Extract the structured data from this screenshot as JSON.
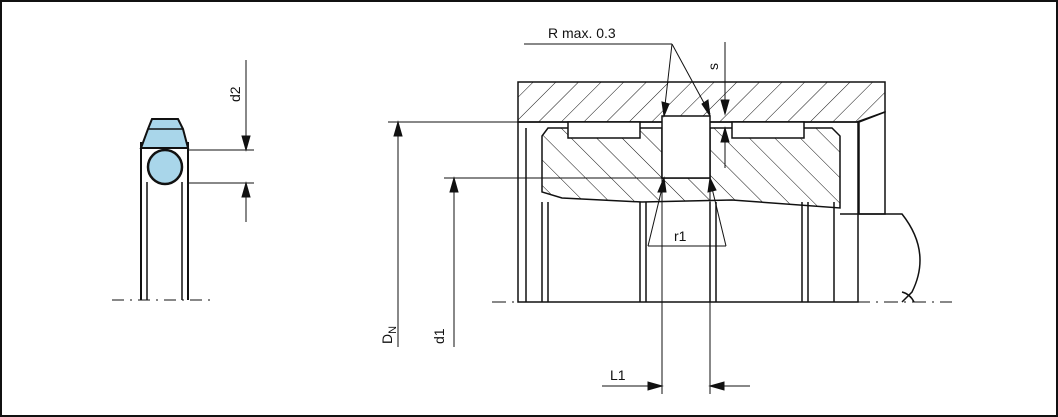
{
  "labels": {
    "radius": "R  max. 0.3",
    "s": "s",
    "d2": "d2",
    "dn_main": "D",
    "dn_sub": "N",
    "d1": "d1",
    "r1": "r1",
    "l1": "L1"
  },
  "colors": {
    "line": "#111111",
    "oring_fill": "#a9d6ea",
    "cap_fill": "#a9d6ea",
    "background": "#ffffff"
  }
}
